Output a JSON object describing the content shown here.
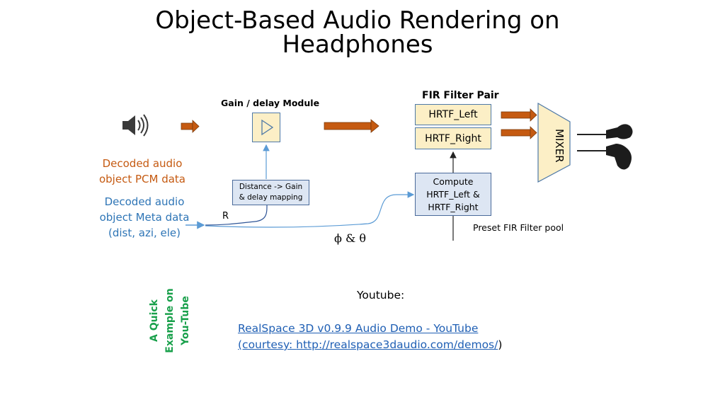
{
  "title_line1": "Object-Based Audio Rendering on",
  "title_line2": "Headphones",
  "gain_module_label": "Gain / delay Module",
  "fir_pair_label": "FIR Filter Pair",
  "hrtf_left": "HRTF_Left",
  "hrtf_right": "HRTF_Right",
  "mixer": "MIXER",
  "decoded_pcm_line1": "Decoded audio",
  "decoded_pcm_line2": "object PCM data",
  "decoded_meta_line1": "Decoded audio",
  "decoded_meta_line2": "object Meta data",
  "decoded_meta_line3": "(dist, azi, ele)",
  "distance_mapping_line1": "Distance -> Gain",
  "distance_mapping_line2": "& delay mapping",
  "compute_line1": "Compute",
  "compute_line2": "HRTF_Left &",
  "compute_line3": "HRTF_Right",
  "preset_pool": "Preset FIR Filter pool",
  "r_label": "R",
  "phi_theta": "ϕ & θ",
  "youtube_label": "Youtube:",
  "quick_line1": "A Quick",
  "quick_line2": "Example on",
  "quick_line3": "You-Tube",
  "link_text": "RealSpace 3D v0.9.9 Audio Demo - YouTube",
  "courtesy_prefix": "(courtesy: ",
  "courtesy_url": "http://realspace3daudio.com/demos/",
  "courtesy_suffix": ")",
  "colors": {
    "arrow_orange": "#c55a11",
    "module_yellow": "#fcefc6",
    "compute_blue": "#dde6f3",
    "line_blue": "#5b9bd5",
    "label_orange": "#c55a11",
    "label_blue": "#2e75b6",
    "label_green": "#19a04b"
  },
  "icons": [
    "speaker-icon",
    "play-triangle-icon",
    "earbud-icon"
  ]
}
